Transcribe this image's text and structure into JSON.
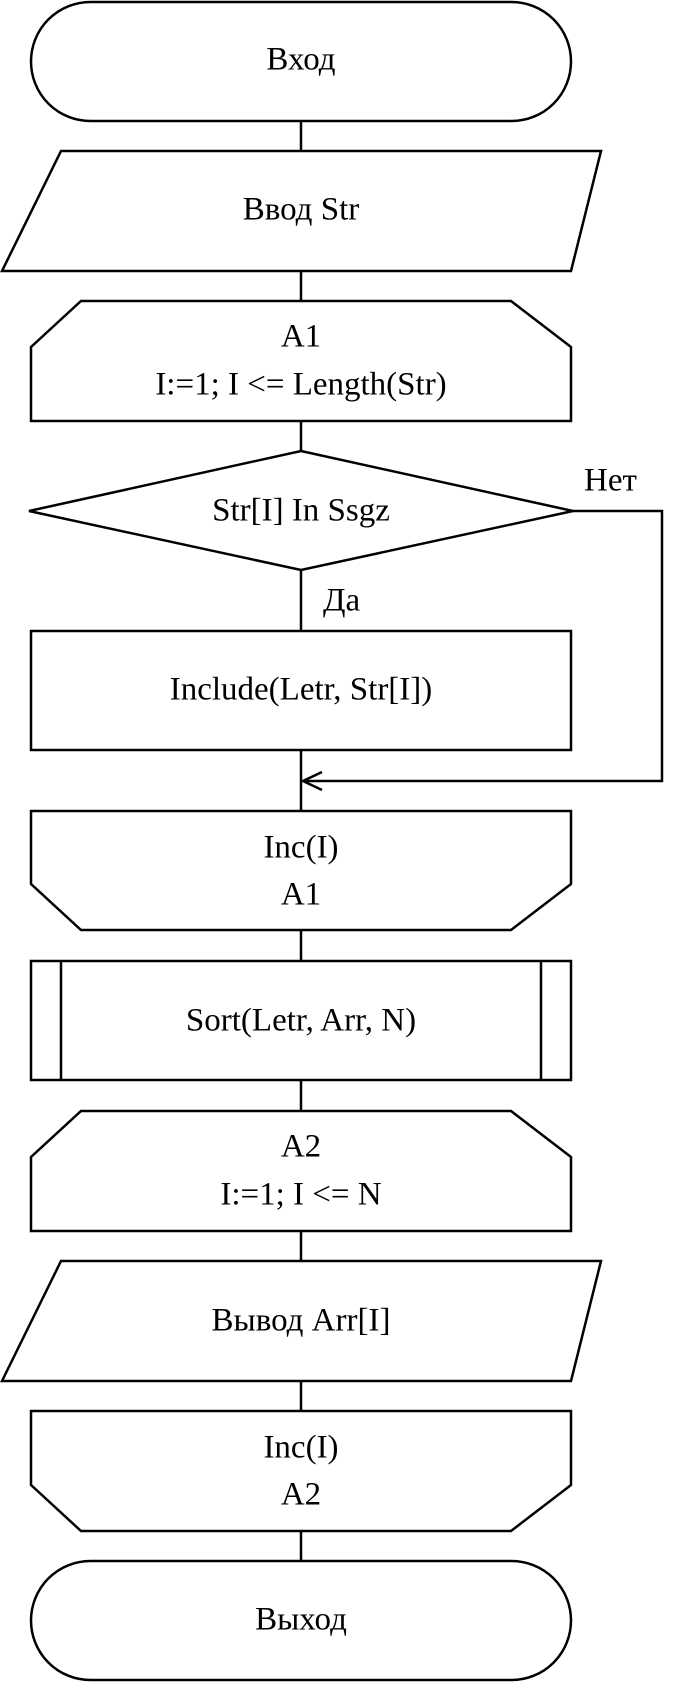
{
  "diagram": {
    "start": {
      "label": "Вход"
    },
    "input": {
      "label": "Ввод Str"
    },
    "loop1_begin": {
      "line1": "A1",
      "line2": "I:=1; I <= Length(Str)"
    },
    "decision": {
      "label": "Str[I] In Ssgz",
      "yes_label": "Да",
      "no_label": "Нет"
    },
    "include": {
      "label": "Include(Letr, Str[I])"
    },
    "loop1_end": {
      "line1": "Inc(I)",
      "line2": "A1"
    },
    "sort": {
      "label": "Sort(Letr, Arr, N)"
    },
    "loop2_begin": {
      "line1": "A2",
      "line2": "I:=1; I <= N"
    },
    "output": {
      "label": "Вывод Arr[I]"
    },
    "loop2_end": {
      "line1": "Inc(I)",
      "line2": "A2"
    },
    "end": {
      "label": "Выход"
    }
  }
}
